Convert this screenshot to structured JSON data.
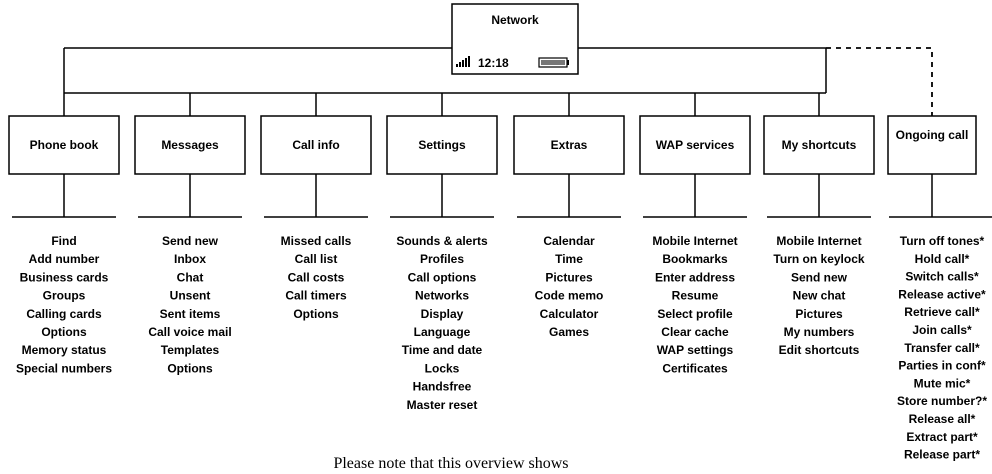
{
  "network": {
    "title": "Network",
    "time": "12:18",
    "signal_icon": "signal-bars-icon",
    "battery_icon": "battery-icon"
  },
  "menus": [
    {
      "label": "Phone book",
      "items": [
        "Find",
        "Add number",
        "Business cards",
        "Groups",
        "Calling cards",
        "Options",
        "Memory status",
        "Special numbers"
      ]
    },
    {
      "label": "Messages",
      "items": [
        "Send new",
        "Inbox",
        "Chat",
        "Unsent",
        "Sent items",
        "Call voice mail",
        "Templates",
        "Options"
      ]
    },
    {
      "label": "Call info",
      "items": [
        "Missed calls",
        "Call list",
        "Call costs",
        "Call timers",
        "Options"
      ]
    },
    {
      "label": "Settings",
      "items": [
        "Sounds & alerts",
        "Profiles",
        "Call options",
        "Networks",
        "Display",
        "Language",
        "Time and date",
        "Locks",
        "Handsfree",
        "Master reset"
      ]
    },
    {
      "label": "Extras",
      "items": [
        "Calendar",
        "Time",
        "Pictures",
        "Code memo",
        "Calculator",
        "Games"
      ]
    },
    {
      "label": "WAP services",
      "items": [
        "Mobile Internet",
        "Bookmarks",
        "Enter address",
        "Resume",
        "Select profile",
        "Clear cache",
        "WAP settings",
        "Certificates"
      ]
    },
    {
      "label": "My shortcuts",
      "items": [
        "Mobile Internet",
        "Turn on keylock",
        "Send new",
        "New chat",
        "Pictures",
        "My numbers",
        "Edit shortcuts"
      ]
    }
  ],
  "ongoing_call": {
    "label": "Ongoing call",
    "items": [
      "Turn off tones*",
      "Hold call*",
      "Switch calls*",
      "Release active*",
      "Retrieve call*",
      "Join calls*",
      "Transfer call*",
      "Parties in conf*",
      "Mute mic*",
      "Store number?*",
      "Release all*",
      "Extract part*",
      "Release part*"
    ]
  },
  "footnote": "Please note that this overview shows"
}
